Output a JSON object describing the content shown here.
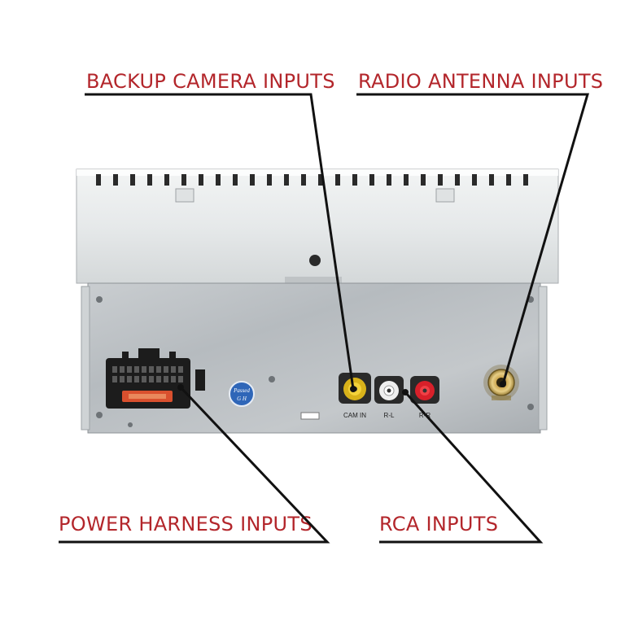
{
  "callouts": {
    "backup_camera": "BACKUP CAMERA INPUTS",
    "radio_antenna": "RADIO ANTENNA INPUTS",
    "power_harness": "POWER HARNESS INPUTS",
    "rca": "RCA INPUTS"
  },
  "port_labels": {
    "cam_in": "CAM IN",
    "r_l": "R-L",
    "r_r": "R-R"
  },
  "badge": {
    "line1": "Passed",
    "line2": "G H"
  },
  "colors": {
    "label_red": "#b3262b",
    "leader_line": "#111111",
    "cam_jack": "#e8c21a",
    "rca_left": "#f2f2f2",
    "rca_right": "#d8202a",
    "fuse": "#d9502e",
    "badge_blue": "#2f66b8"
  }
}
